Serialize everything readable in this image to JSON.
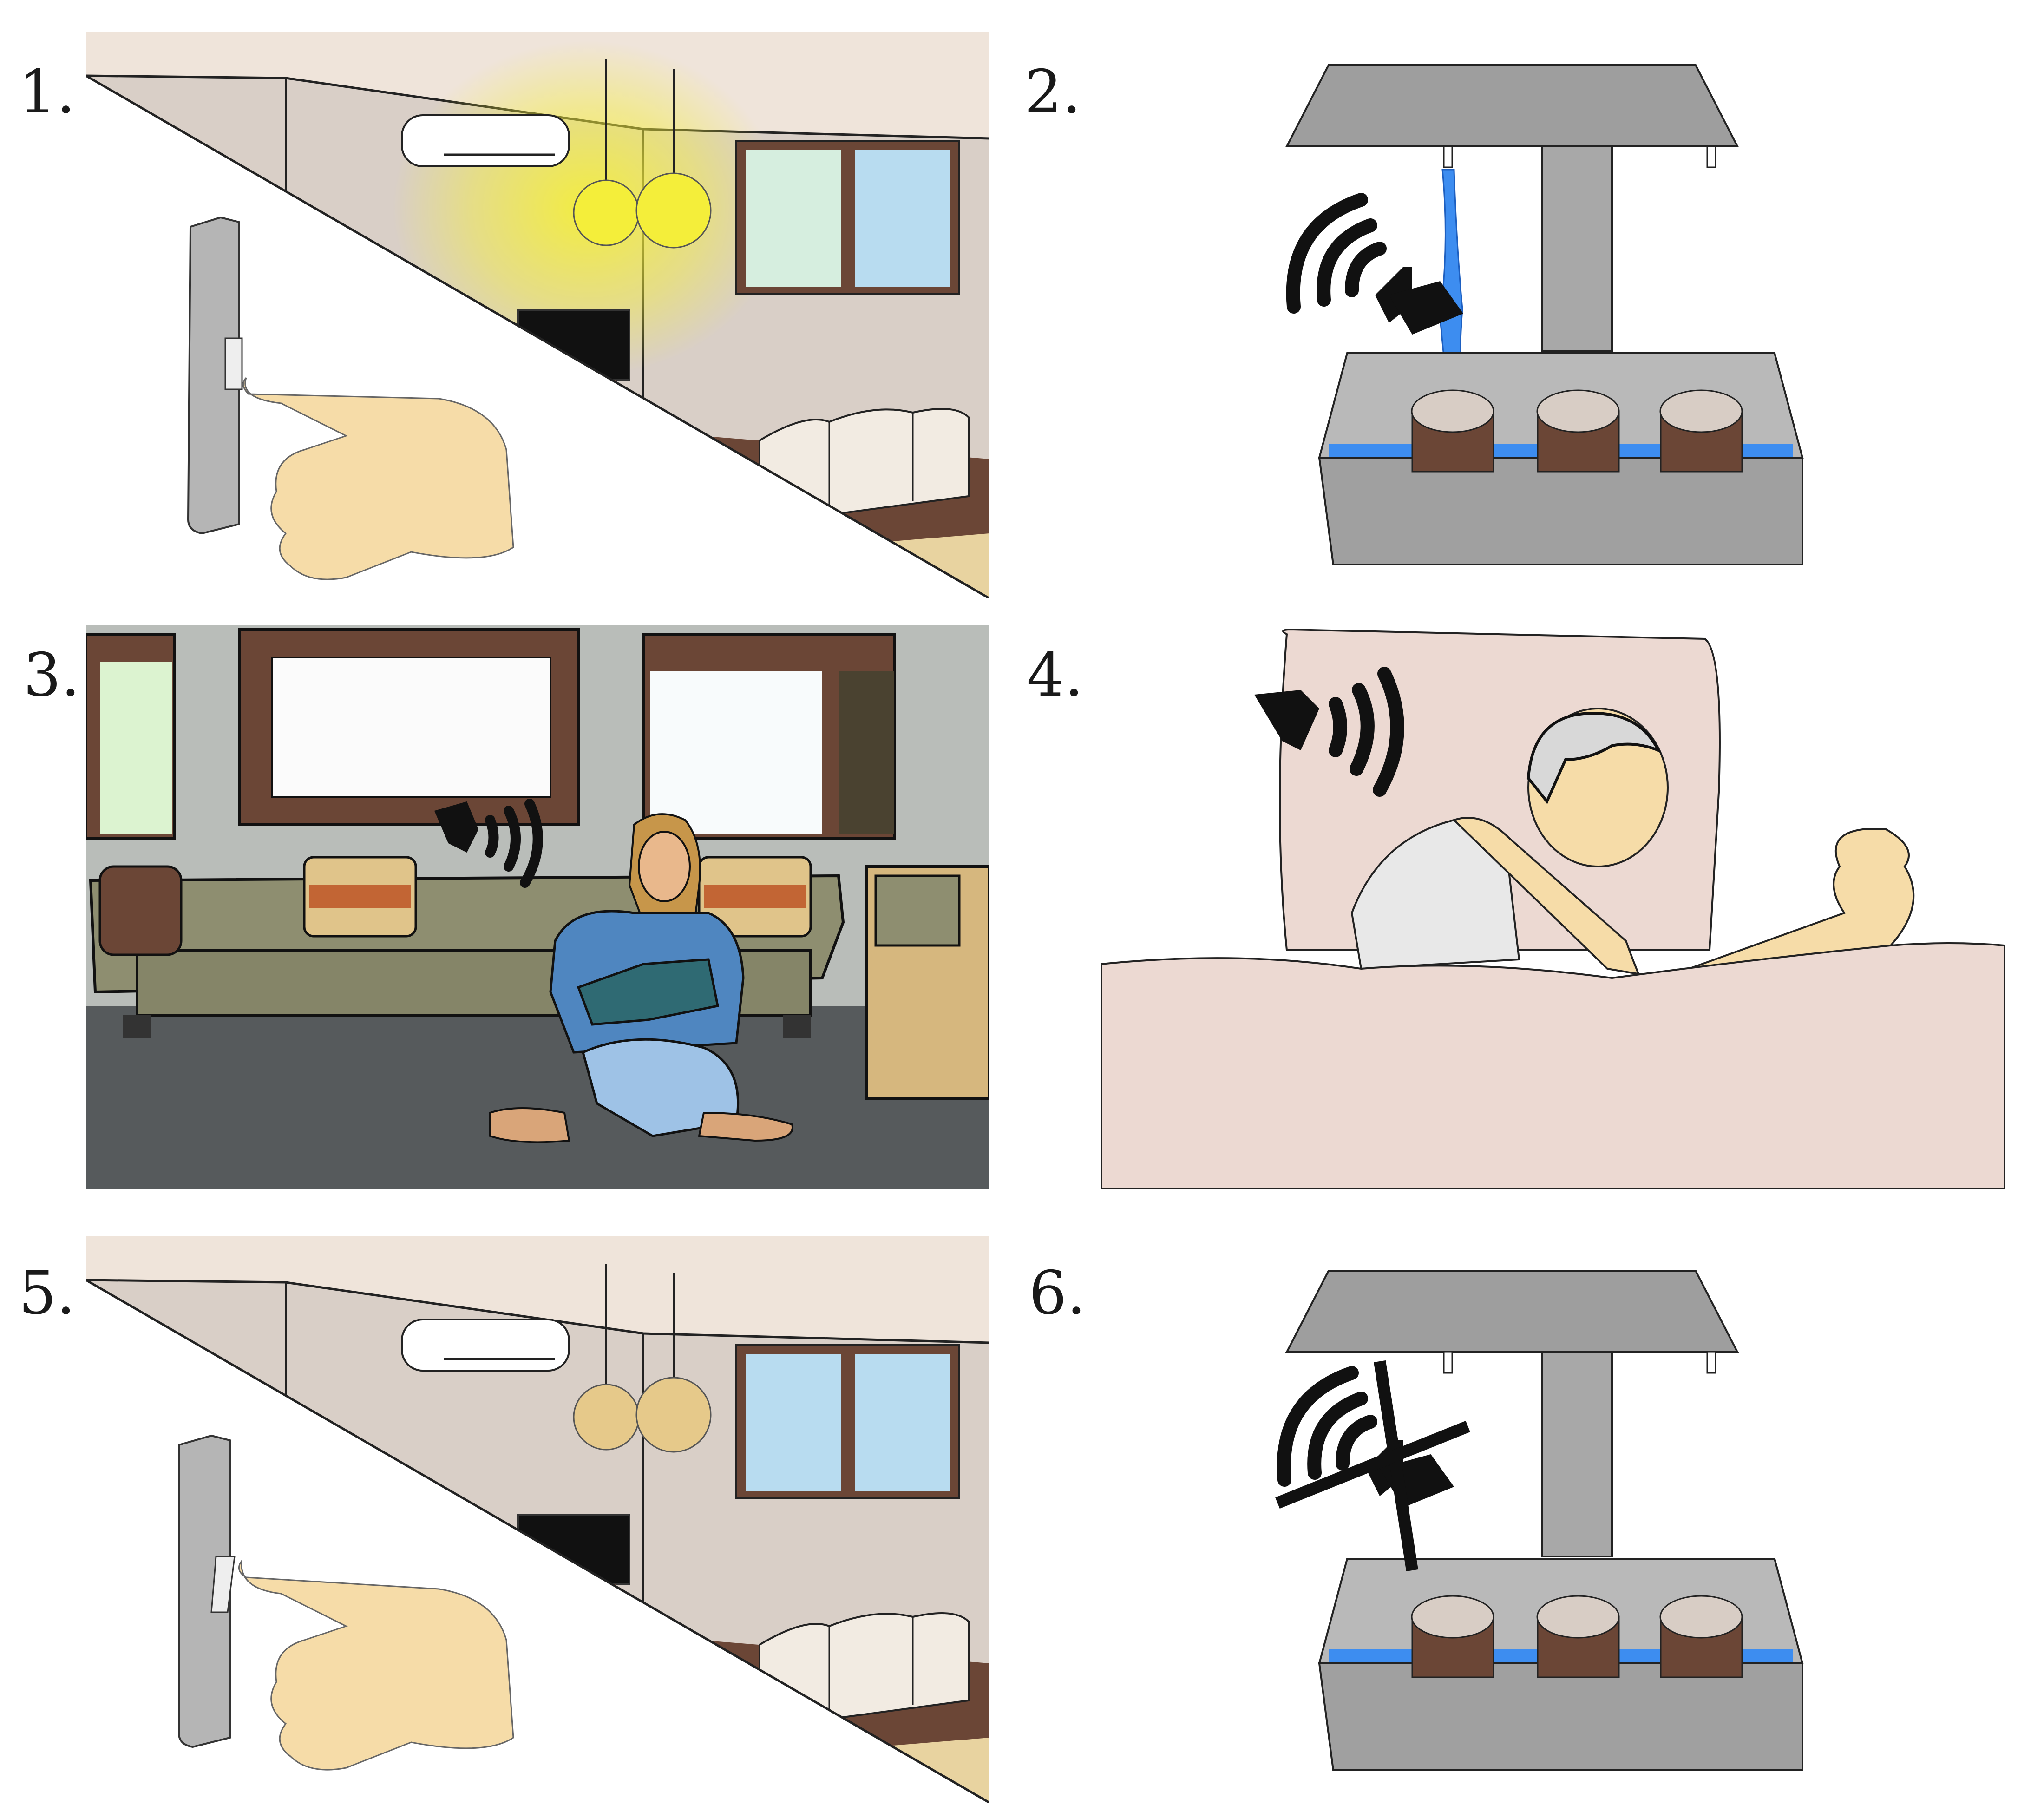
{
  "panels": [
    {
      "number": "1.",
      "scene": "light-switch-on"
    },
    {
      "number": "2.",
      "scene": "watering-device-active"
    },
    {
      "number": "3.",
      "scene": "woman-reading-sound"
    },
    {
      "number": "4.",
      "scene": "man-sleeping-sound"
    },
    {
      "number": "5.",
      "scene": "light-switch-off"
    },
    {
      "number": "6.",
      "scene": "watering-device-muted"
    }
  ],
  "icons": {
    "sound_on": "speaker-sound-icon",
    "sound_off": "speaker-muted-icon"
  },
  "colors": {
    "lamp_on": "#f4ee3a",
    "lamp_off": "#e6c98a",
    "device_gray": "#a8a8a8",
    "water": "#3d8df0",
    "skin": "#f6dca8",
    "room_wall": "#d9cfc7",
    "floor_wood": "#6b4636"
  }
}
